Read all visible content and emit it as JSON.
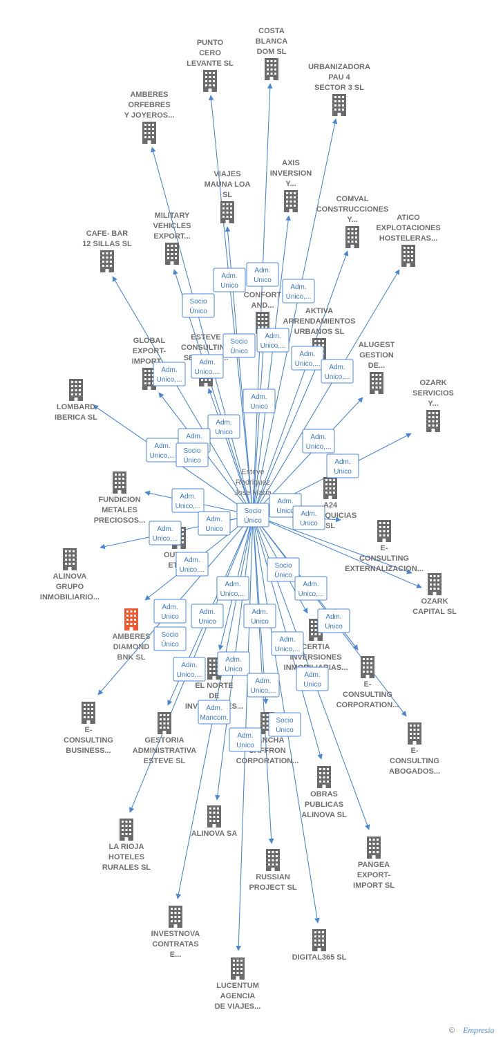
{
  "center": {
    "name_lines": [
      "Esteve",
      "Rodriguez",
      "Jose Maria"
    ],
    "icon": "person-icon"
  },
  "colors": {
    "edge": "#4a86d6",
    "building": "#6b6b6b",
    "highlight": "#f05a30",
    "text": "#6f6f6f"
  },
  "companies": [
    {
      "id": "punto-cero",
      "lines": [
        "PUNTO",
        "CERO",
        "LEVANTE SL"
      ]
    },
    {
      "id": "costa-blanca",
      "lines": [
        "COSTA",
        "BLANCA",
        "DOM SL"
      ]
    },
    {
      "id": "urbanizadora",
      "lines": [
        "URBANIZADORA",
        "PAU 4",
        "SECTOR 3 SL"
      ]
    },
    {
      "id": "amberes-orfebres",
      "lines": [
        "AMBERES",
        "ORFEBRES",
        "Y JOYEROS..."
      ]
    },
    {
      "id": "axis",
      "lines": [
        "AXIS",
        "INVERSION",
        "Y..."
      ]
    },
    {
      "id": "viajes",
      "lines": [
        "VIAJES",
        "MAUNA LOA",
        "SL"
      ]
    },
    {
      "id": "comval",
      "lines": [
        "COMVAL",
        "CONSTRUCCIONES",
        "Y..."
      ]
    },
    {
      "id": "atico",
      "lines": [
        "ATICO",
        "EXPLOTACIONES",
        "HOSTELERAS..."
      ]
    },
    {
      "id": "military",
      "lines": [
        "MILITARY",
        "VEHICLES",
        "EXPORT..."
      ]
    },
    {
      "id": "cafe",
      "lines": [
        "CAFE- BAR",
        "12 SILLAS SL"
      ]
    },
    {
      "id": "confort",
      "lines": [
        "CONFORT",
        "AND..."
      ]
    },
    {
      "id": "aktiva",
      "lines": [
        "AKTIVA",
        "ARRENDAMIENTOS",
        "URBANOS SL"
      ]
    },
    {
      "id": "esteve-consulting",
      "lines": [
        "ESTEVE",
        "CONSULTING",
        "SERVICES..."
      ]
    },
    {
      "id": "global",
      "lines": [
        "GLOBAL",
        "EXPORT-",
        "IMPORT..."
      ]
    },
    {
      "id": "alugest",
      "lines": [
        "ALUGEST",
        "GESTION",
        "DE..."
      ]
    },
    {
      "id": "lombard",
      "lines": [
        "LOMBARD",
        "IBERICA SL"
      ]
    },
    {
      "id": "ozark-serv",
      "lines": [
        "OZARK",
        "SERVICIOS",
        "Y..."
      ]
    },
    {
      "id": "fundicion",
      "lines": [
        "FUNDICION",
        "METALES",
        "PRECIOSOS..."
      ]
    },
    {
      "id": "a24",
      "lines": [
        "A24",
        "FRANQUICIAS",
        "SL"
      ]
    },
    {
      "id": "e-consulting-ext",
      "lines": [
        "E-",
        "CONSULTING",
        "EXTERNALIZACION..."
      ]
    },
    {
      "id": "outlet",
      "lines": [
        "OUTLET",
        "ETC..."
      ]
    },
    {
      "id": "alinova-grupo",
      "lines": [
        "ALINOVA",
        "GRUPO",
        "INMOBILIARIO..."
      ]
    },
    {
      "id": "ozark-capital",
      "lines": [
        "OZARK",
        "CAPITAL SL"
      ]
    },
    {
      "id": "amberes-diamond",
      "lines": [
        "AMBERES",
        "DIAMOND",
        "BNK SL"
      ]
    },
    {
      "id": "certia",
      "lines": [
        "CERTIA",
        "INVERSIONES",
        "INMOBILIARIAS..."
      ]
    },
    {
      "id": "el-norte",
      "lines": [
        "EL NORTE",
        "DE",
        "INVERSIONES..."
      ]
    },
    {
      "id": "e-consulting-corp",
      "lines": [
        "E-",
        "CONSULTING",
        "CORPORATION..."
      ]
    },
    {
      "id": "e-consulting-bus",
      "lines": [
        "E-",
        "CONSULTING",
        "BUSINESS..."
      ]
    },
    {
      "id": "gestoria",
      "lines": [
        "GESTORIA",
        "ADMINISTRATIVA",
        "ESTEVE SL"
      ]
    },
    {
      "id": "mancha",
      "lines": [
        "MANCHA",
        "SAFFRON",
        "CORPORATION..."
      ]
    },
    {
      "id": "e-consulting-abog",
      "lines": [
        "E-",
        "CONSULTING",
        "ABOGADOS..."
      ]
    },
    {
      "id": "obras",
      "lines": [
        "OBRAS",
        "PUBLICAS",
        "ALINOVA SL"
      ]
    },
    {
      "id": "la-rioja",
      "lines": [
        "LA RIOJA",
        "HOTELES",
        "RURALES SL"
      ]
    },
    {
      "id": "alinova-sa",
      "lines": [
        "ALINOVA SA"
      ]
    },
    {
      "id": "russian",
      "lines": [
        "RUSSIAN",
        "PROJECT SL"
      ]
    },
    {
      "id": "pangea",
      "lines": [
        "PANGEA",
        "EXPORT-",
        "IMPORT SL"
      ]
    },
    {
      "id": "investnova",
      "lines": [
        "INVESTNOVA",
        "CONTRATAS",
        "E..."
      ]
    },
    {
      "id": "digital365",
      "lines": [
        "DIGITAL365 SL"
      ]
    },
    {
      "id": "lucentum",
      "lines": [
        "LUCENTUM",
        "AGENCIA",
        "DE VIAJES..."
      ]
    }
  ],
  "relations": [
    [
      "Adm.",
      "Unico"
    ],
    [
      "Adm.",
      "Unico"
    ],
    [
      "Adm.",
      "Unico,..."
    ],
    [
      "Socio",
      "Único"
    ],
    [
      "Socio",
      "Único"
    ],
    [
      "Adm.",
      "Unico,..."
    ],
    [
      "Adm.",
      "Unico,..."
    ],
    [
      "Adm.",
      "Unico,..."
    ],
    [
      "Adm.",
      "Unico,..."
    ],
    [
      "Adm.",
      "Unico"
    ],
    [
      "Adm.",
      "Unico,..."
    ],
    [
      "Adm.",
      "Unico"
    ],
    [
      "Adm.",
      "Mancom."
    ],
    [
      "Adm.",
      "Unico,..."
    ],
    [
      "Socio",
      "Único"
    ],
    [
      "Adm.",
      "Unico,..."
    ],
    [
      "Adm.",
      "Unico"
    ],
    [
      "Adm.",
      "Unico,..."
    ],
    [
      "Adm.",
      "Unico"
    ],
    [
      "Adm.",
      "Unico,..."
    ],
    [
      "Adm.",
      "Unico"
    ],
    [
      "Adm.",
      "Unico"
    ],
    [
      "Adm.",
      "Unico,..."
    ],
    [
      "Socio",
      "Único"
    ],
    [
      "Adm.",
      "Unico,..."
    ],
    [
      "Adm.",
      "Unico,..."
    ],
    [
      "Adm.",
      "Unico"
    ],
    [
      "Adm.",
      "Unico"
    ],
    [
      "Adm.",
      "Unico"
    ],
    [
      "Adm.",
      "Unico"
    ],
    [
      "Socio",
      "Único"
    ],
    [
      "Adm.",
      "Unico,..."
    ],
    [
      "Adm.",
      "Unico"
    ],
    [
      "Adm.",
      "Unico,..."
    ],
    [
      "Adm.",
      "Unico"
    ],
    [
      "Adm.",
      "Unico,..."
    ],
    [
      "Adm.",
      "Mancom."
    ],
    [
      "Socio",
      "Único"
    ],
    [
      "Adm.",
      "Unico"
    ],
    [
      "Socio",
      "Único"
    ]
  ],
  "footer": {
    "copyright": "©",
    "brand": "Empresia"
  }
}
